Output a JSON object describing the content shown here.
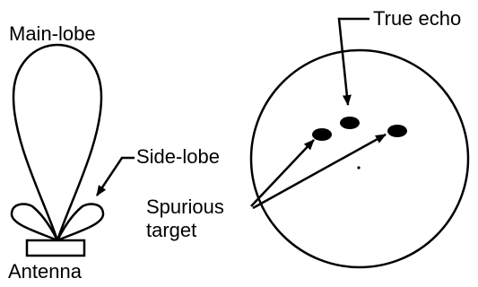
{
  "labels": {
    "main_lobe": "Main-lobe",
    "side_lobe": "Side-lobe",
    "antenna": "Antenna",
    "true_echo": "True echo",
    "spurious_line1": "Spurious",
    "spurious_line2": "target"
  },
  "colors": {
    "ink": "#000000",
    "paper": "#ffffff"
  }
}
